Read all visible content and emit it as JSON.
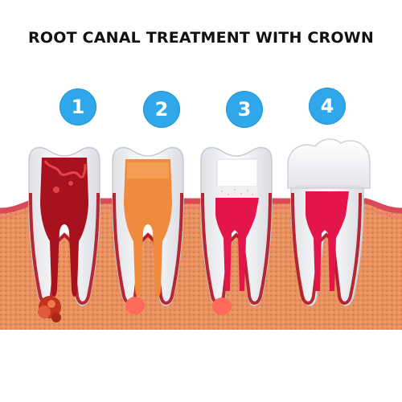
{
  "title": "ROOT CANAL TREATMENT WITH CROWN",
  "steps": [
    {
      "number": "1",
      "icon": "infected-tooth-icon"
    },
    {
      "number": "2",
      "icon": "cleaned-canal-tooth-icon"
    },
    {
      "number": "3",
      "icon": "filled-canal-tooth-icon"
    },
    {
      "number": "4",
      "icon": "crowned-tooth-icon"
    }
  ],
  "colors": {
    "badge": "#2fa7ea",
    "gum": "#e88a5c",
    "gum_edge": "#d94a5a",
    "enamel": "#f4f4f6",
    "pulp_infected": "#a8121e",
    "pulp_cleaned": "#f08a3c",
    "canal_filled": "#e4154a",
    "abscess": "#ff6a5a"
  }
}
